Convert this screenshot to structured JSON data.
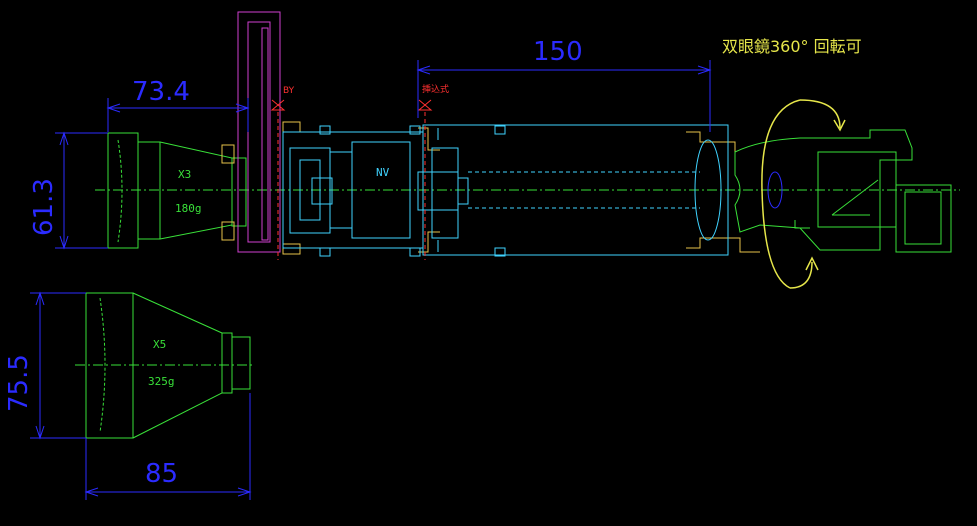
{
  "dimensions": {
    "d150": "150",
    "d73_4": "73.4",
    "d61_3": "61.3",
    "d75_5": "75.5",
    "d85": "85"
  },
  "labels": {
    "x3": "X3",
    "x3_weight": "180g",
    "x5": "X5",
    "x5_weight": "325g",
    "nv": "NV",
    "by": "BY",
    "insert": "挿込式"
  },
  "note": "双眼鏡360° 回転可",
  "colors": {
    "background": "#000000",
    "dimension": "#2b2bff",
    "optics_green": "#39e039",
    "tube_cyan": "#3fd3ff",
    "bracket_magenta": "#d040d0",
    "accent_yellow": "#e6e64a",
    "marker_red": "#ff3030"
  }
}
